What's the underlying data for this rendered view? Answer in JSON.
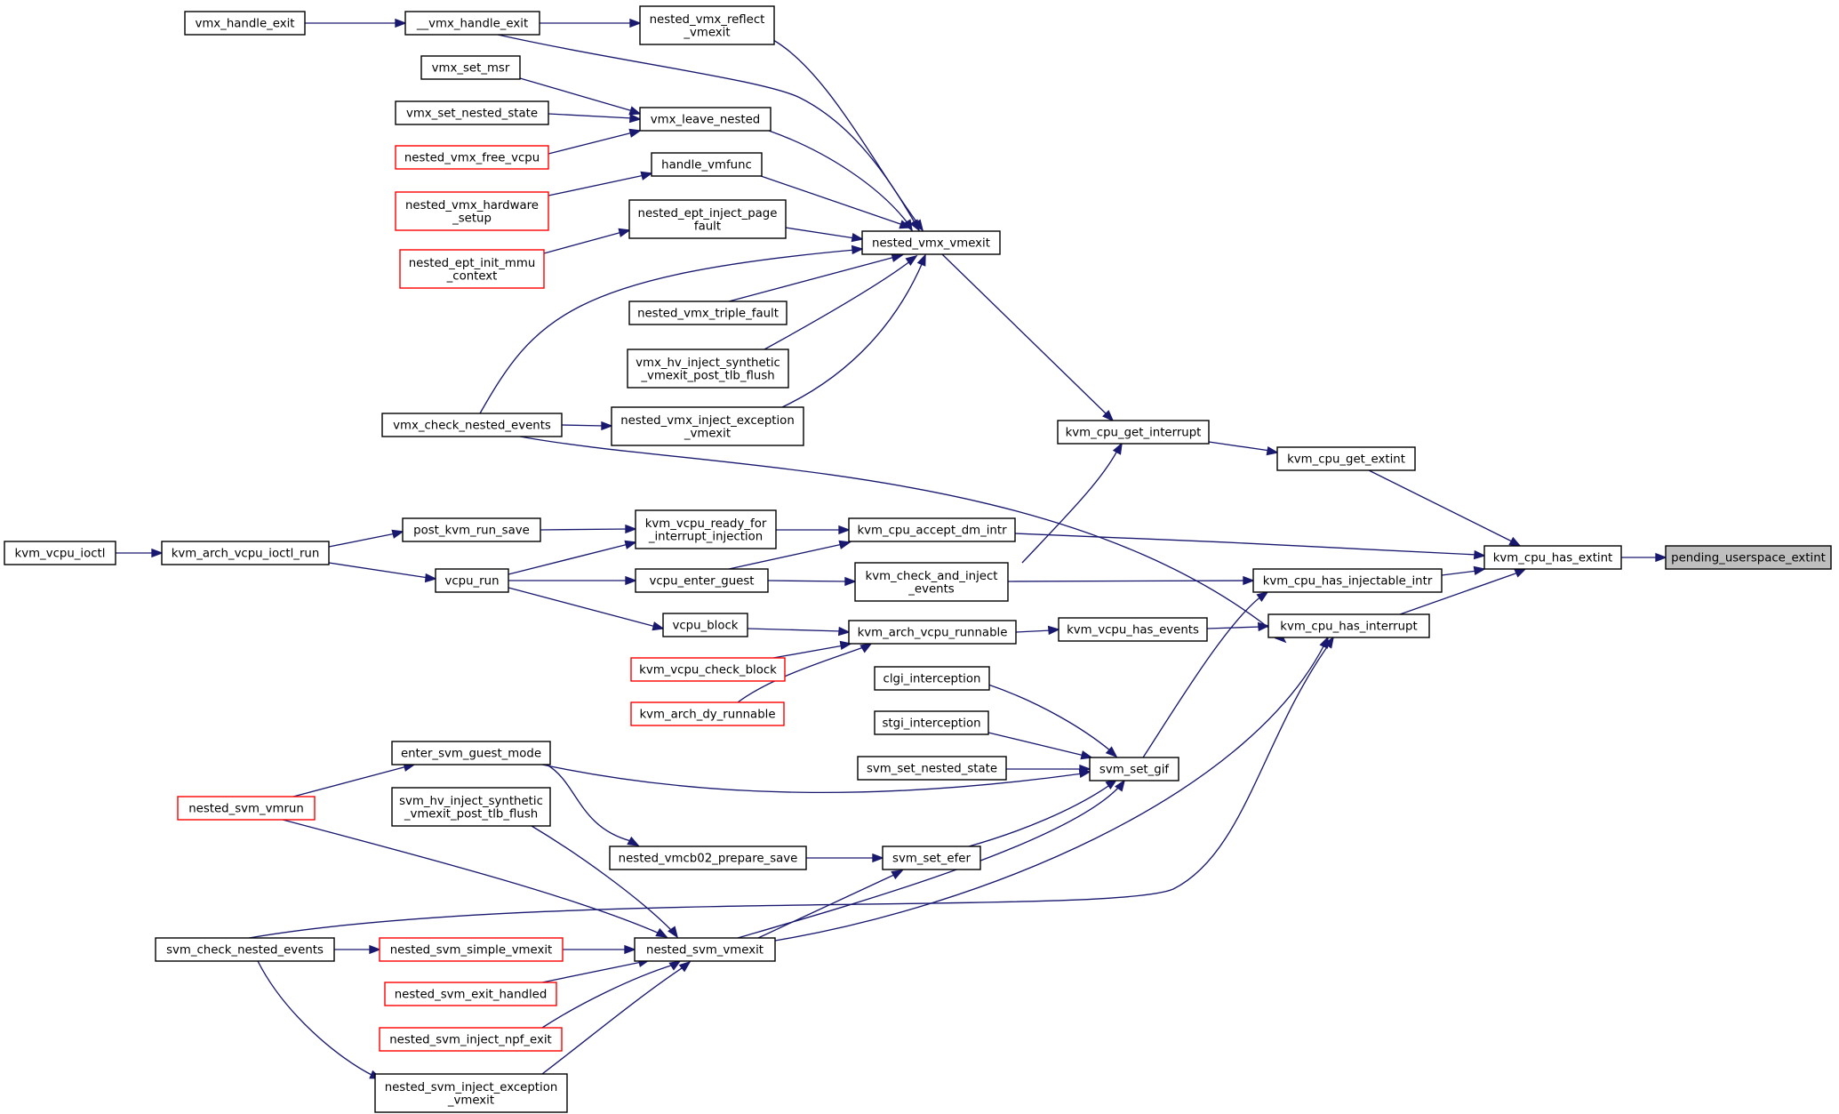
{
  "graph": {
    "nodes": {
      "pending_userspace_extint": [
        "pending_userspace_extint"
      ],
      "kvm_cpu_has_extint": [
        "kvm_cpu_has_extint"
      ],
      "kvm_cpu_get_extint": [
        "kvm_cpu_get_extint"
      ],
      "kvm_cpu_has_injectable_intr": [
        "kvm_cpu_has_injectable_intr"
      ],
      "kvm_cpu_has_interrupt": [
        "kvm_cpu_has_interrupt"
      ],
      "kvm_cpu_get_interrupt": [
        "kvm_cpu_get_interrupt"
      ],
      "kvm_cpu_accept_dm_intr": [
        "kvm_cpu_accept_dm_intr"
      ],
      "kvm_check_and_inject_events": [
        "kvm_check_and_inject",
        "_events"
      ],
      "kvm_vcpu_has_events": [
        "kvm_vcpu_has_events"
      ],
      "kvm_arch_vcpu_runnable": [
        "kvm_arch_vcpu_runnable"
      ],
      "svm_set_gif": [
        "svm_set_gif"
      ],
      "nested_vmx_vmexit": [
        "nested_vmx_vmexit"
      ],
      "kvm_vcpu_ready_for_interrupt_injection": [
        "kvm_vcpu_ready_for",
        "_interrupt_injection"
      ],
      "vcpu_enter_guest": [
        "vcpu_enter_guest"
      ],
      "vcpu_block": [
        "vcpu_block"
      ],
      "kvm_vcpu_check_block": [
        "kvm_vcpu_check_block"
      ],
      "kvm_arch_dy_runnable": [
        "kvm_arch_dy_runnable"
      ],
      "clgi_interception": [
        "clgi_interception"
      ],
      "stgi_interception": [
        "stgi_interception"
      ],
      "svm_set_nested_state": [
        "svm_set_nested_state"
      ],
      "svm_set_efer": [
        "svm_set_efer"
      ],
      "nested_vmcb02_prepare_save": [
        "nested_vmcb02_prepare_save"
      ],
      "nested_svm_vmexit": [
        "nested_svm_vmexit"
      ],
      "enter_svm_guest_mode": [
        "enter_svm_guest_mode"
      ],
      "nested_svm_vmrun": [
        "nested_svm_vmrun"
      ],
      "svm_hv_inject_synthetic_vmexit_post_tlb_flush": [
        "svm_hv_inject_synthetic",
        "_vmexit_post_tlb_flush"
      ],
      "nested_svm_simple_vmexit": [
        "nested_svm_simple_vmexit"
      ],
      "svm_check_nested_events": [
        "svm_check_nested_events"
      ],
      "nested_svm_exit_handled": [
        "nested_svm_exit_handled"
      ],
      "nested_svm_inject_npf_exit": [
        "nested_svm_inject_npf_exit"
      ],
      "nested_svm_inject_exception_vmexit": [
        "nested_svm_inject_exception",
        "_vmexit"
      ],
      "post_kvm_run_save": [
        "post_kvm_run_save"
      ],
      "vcpu_run": [
        "vcpu_run"
      ],
      "kvm_arch_vcpu_ioctl_run": [
        "kvm_arch_vcpu_ioctl_run"
      ],
      "kvm_vcpu_ioctl": [
        "kvm_vcpu_ioctl"
      ],
      "nested_vmx_reflect_vmexit": [
        "nested_vmx_reflect",
        "_vmexit"
      ],
      "__vmx_handle_exit": [
        "__vmx_handle_exit"
      ],
      "vmx_handle_exit": [
        "vmx_handle_exit"
      ],
      "vmx_leave_nested": [
        "vmx_leave_nested"
      ],
      "vmx_set_msr": [
        "vmx_set_msr"
      ],
      "vmx_set_nested_state": [
        "vmx_set_nested_state"
      ],
      "nested_vmx_free_vcpu": [
        "nested_vmx_free_vcpu"
      ],
      "handle_vmfunc": [
        "handle_vmfunc"
      ],
      "nested_vmx_hardware_setup": [
        "nested_vmx_hardware",
        "_setup"
      ],
      "nested_ept_inject_page_fault": [
        "nested_ept_inject_page",
        "fault"
      ],
      "nested_ept_init_mmu_context": [
        "nested_ept_init_mmu",
        "_context"
      ],
      "vmx_check_nested_events": [
        "vmx_check_nested_events"
      ],
      "nested_vmx_triple_fault": [
        "nested_vmx_triple_fault"
      ],
      "vmx_hv_inject_synthetic_vmexit_post_tlb_flush": [
        "vmx_hv_inject_synthetic",
        "_vmexit_post_tlb_flush"
      ],
      "nested_vmx_inject_exception_vmexit": [
        "nested_vmx_inject_exception",
        "_vmexit"
      ]
    },
    "node_colors": {
      "black": "#000000",
      "red": "#ff0000",
      "root_fill": "#bfbfbf",
      "edge": "#191970"
    }
  }
}
